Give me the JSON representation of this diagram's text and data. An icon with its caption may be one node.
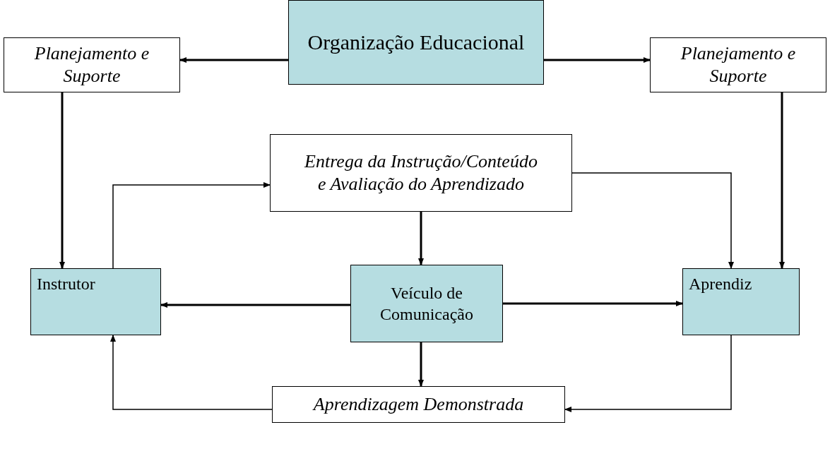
{
  "diagram": {
    "nodes": [
      {
        "text": [
          "Organização Educacional"
        ]
      },
      {
        "text": [
          "Planejamento e Suporte"
        ]
      },
      {
        "text": [
          "Planejamento e Suporte"
        ]
      },
      {
        "text": [
          "Entrega da Instrução/Conteúdo e Avaliação do Aprendizado"
        ]
      },
      {
        "text": [
          "Instrutor"
        ]
      },
      {
        "text": [
          "Veículo de Comunicação"
        ]
      },
      {
        "text": [
          "Aprendiz"
        ]
      },
      {
        "text": [
          "Aprendizagem Demonstrada"
        ]
      }
    ],
    "edges": [
      {
        "from": 0,
        "to": 1,
        "arrow": "to"
      },
      {
        "from": 0,
        "to": 2,
        "arrow": "to"
      },
      {
        "from": 1,
        "to": 4,
        "arrow": "to"
      },
      {
        "from": 2,
        "to": 6,
        "arrow": "to"
      },
      {
        "from": 4,
        "to": 3,
        "arrow": "to"
      },
      {
        "from": 3,
        "to": 6,
        "arrow": "to"
      },
      {
        "from": 3,
        "to": 5,
        "arrow": "to"
      },
      {
        "from": 5,
        "to": 4,
        "arrow": "to"
      },
      {
        "from": 5,
        "to": 6,
        "arrow": "to"
      },
      {
        "from": 5,
        "to": 7,
        "arrow": "to"
      },
      {
        "from": 6,
        "to": 7,
        "arrow": "to"
      },
      {
        "from": 7,
        "to": 4,
        "arrow": "to"
      }
    ]
  }
}
